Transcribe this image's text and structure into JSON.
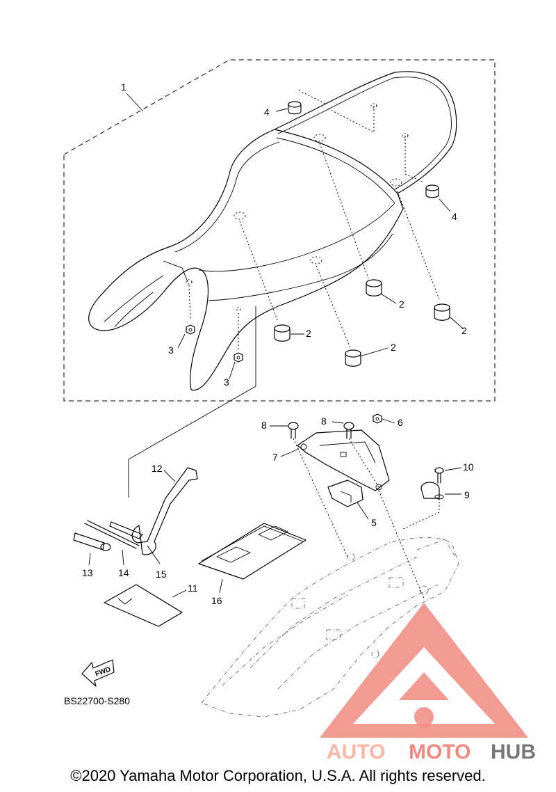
{
  "diagram": {
    "callouts": {
      "c1": "1",
      "c2a": "2",
      "c2b": "2",
      "c2c": "2",
      "c2d": "2",
      "c3a": "3",
      "c3b": "3",
      "c4a": "4",
      "c4b": "4",
      "c5": "5",
      "c6": "6",
      "c7": "7",
      "c8a": "8",
      "c8b": "8",
      "c9": "9",
      "c10": "10",
      "c11": "11",
      "c12": "12",
      "c13": "13",
      "c14": "14",
      "c15": "15",
      "c16": "16"
    },
    "fwd_label": "FWD",
    "drawing_code": "BS22700-S280"
  },
  "watermark": {
    "word_auto": "AUTO",
    "word_moto": "MOTO",
    "word_hub": "HUB",
    "color_primary": "#f08a80",
    "color_light": "#f9b7a5",
    "color_dark": "#777777"
  },
  "footer": {
    "copyright": "©2020 Yamaha Motor Corporation, U.S.A. All rights reserved."
  }
}
